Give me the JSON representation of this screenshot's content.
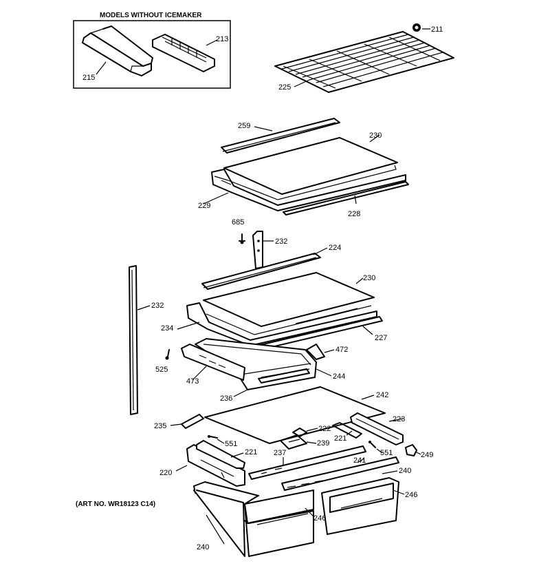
{
  "inset": {
    "title": "MODELS WITHOUT ICEMAKER"
  },
  "art_number": "(ART NO. WR18123 C14)",
  "callouts": {
    "c211": "211",
    "c213": "213",
    "c215": "215",
    "c225": "225",
    "c259": "259",
    "c230a": "230",
    "c229": "229",
    "c228": "228",
    "c685": "685",
    "c232a": "232",
    "c224": "224",
    "c230b": "230",
    "c232b": "232",
    "c234": "234",
    "c227": "227",
    "c472": "472",
    "c525": "525",
    "c473": "473",
    "c244": "244",
    "c236": "236",
    "c242": "242",
    "c235": "235",
    "c223": "223",
    "c222": "222",
    "c221a": "221",
    "c551a": "551",
    "c239": "239",
    "c221b": "221",
    "c237": "237",
    "c551b": "551",
    "c249": "249",
    "c241": "241",
    "c220": "220",
    "c240a": "240",
    "c246a": "246",
    "c246b": "246",
    "c240b": "240"
  }
}
